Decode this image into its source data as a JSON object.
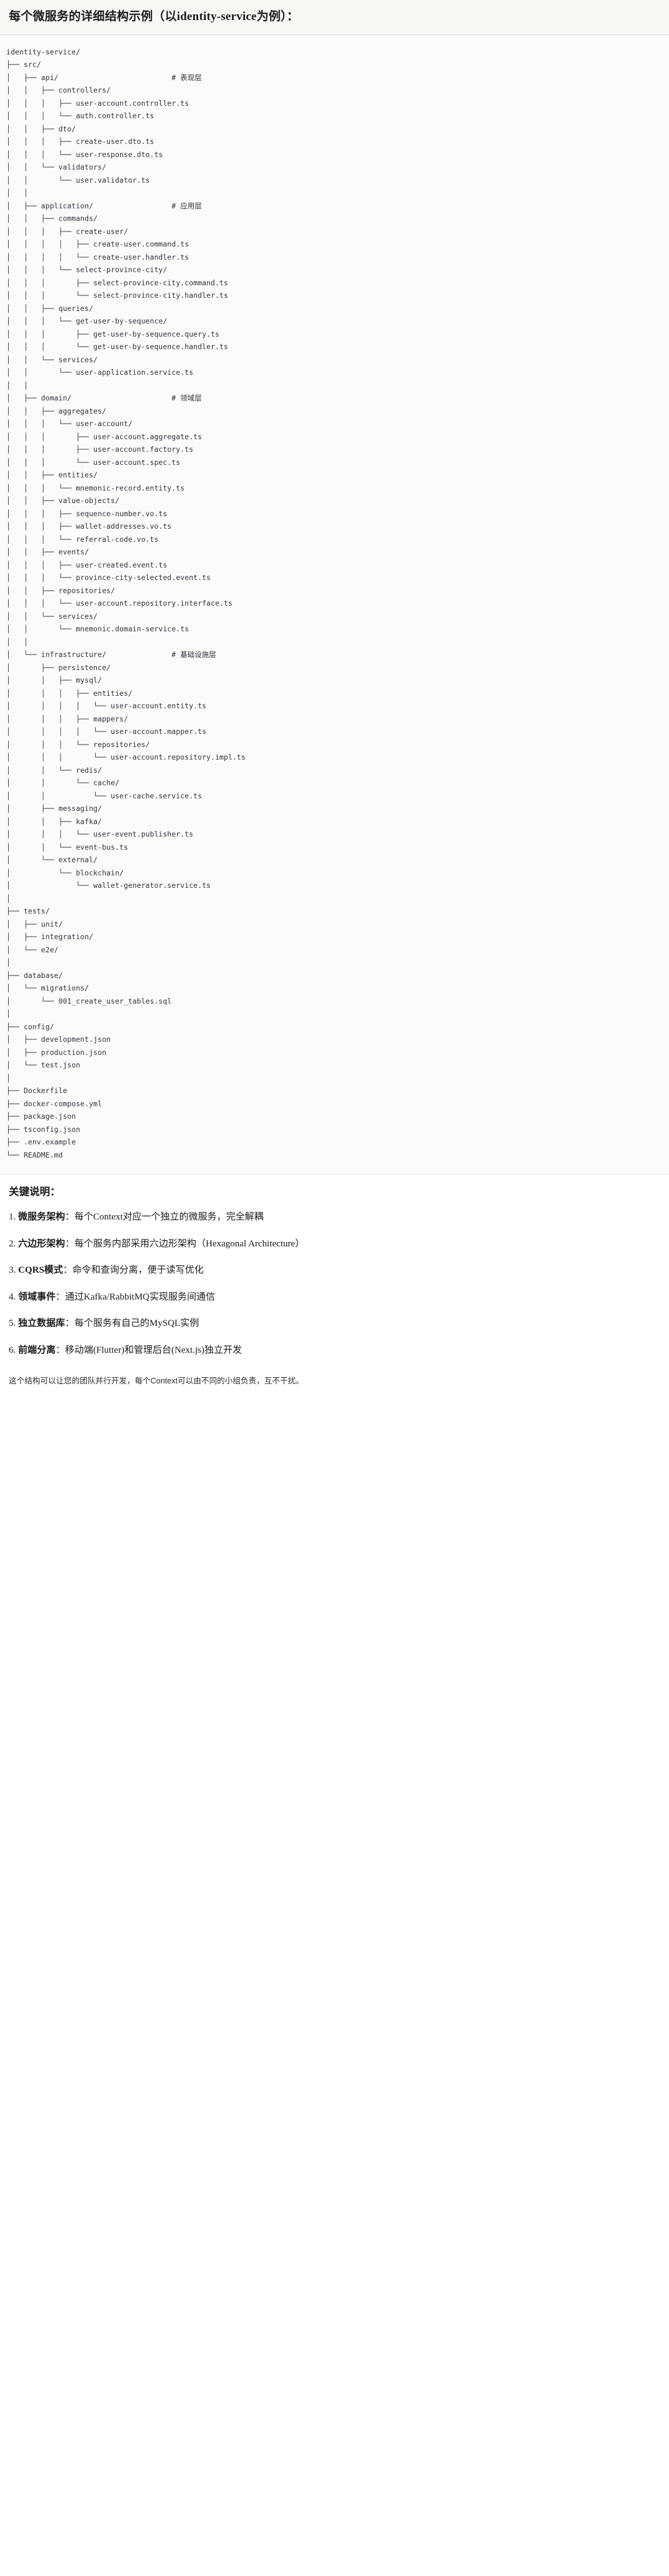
{
  "header": {
    "title": "每个微服务的详细结构示例（以identity-service为例）："
  },
  "tree": {
    "root_label": "identity-service/",
    "lines": [
      "identity-service/",
      "├── src/",
      "│   ├── api/                          # 表现层",
      "│   │   ├── controllers/",
      "│   │   │   ├── user-account.controller.ts",
      "│   │   │   └── auth.controller.ts",
      "│   │   ├── dto/",
      "│   │   │   ├── create-user.dto.ts",
      "│   │   │   └── user-response.dto.ts",
      "│   │   └── validators/",
      "│   │       └── user.validator.ts",
      "│   │",
      "│   ├── application/                  # 应用层",
      "│   │   ├── commands/",
      "│   │   │   ├── create-user/",
      "│   │   │   │   ├── create-user.command.ts",
      "│   │   │   │   └── create-user.handler.ts",
      "│   │   │   └── select-province-city/",
      "│   │   │       ├── select-province-city.command.ts",
      "│   │   │       └── select-province-city.handler.ts",
      "│   │   ├── queries/",
      "│   │   │   └── get-user-by-sequence/",
      "│   │   │       ├── get-user-by-sequence.query.ts",
      "│   │   │       └── get-user-by-sequence.handler.ts",
      "│   │   └── services/",
      "│   │       └── user-application.service.ts",
      "│   │",
      "│   ├── domain/                       # 领域层",
      "│   │   ├── aggregates/",
      "│   │   │   └── user-account/",
      "│   │   │       ├── user-account.aggregate.ts",
      "│   │   │       ├── user-account.factory.ts",
      "│   │   │       └── user-account.spec.ts",
      "│   │   ├── entities/",
      "│   │   │   └── mnemonic-record.entity.ts",
      "│   │   ├── value-objects/",
      "│   │   │   ├── sequence-number.vo.ts",
      "│   │   │   ├── wallet-addresses.vo.ts",
      "│   │   │   └── referral-code.vo.ts",
      "│   │   ├── events/",
      "│   │   │   ├── user-created.event.ts",
      "│   │   │   └── province-city-selected.event.ts",
      "│   │   ├── repositories/",
      "│   │   │   └── user-account.repository.interface.ts",
      "│   │   └── services/",
      "│   │       └── mnemonic.domain-service.ts",
      "│   │",
      "│   └── infrastructure/               # 基础设施层",
      "│       ├── persistence/",
      "│       │   ├── mysql/",
      "│       │   │   ├── entities/",
      "│       │   │   │   └── user-account.entity.ts",
      "│       │   │   ├── mappers/",
      "│       │   │   │   └── user-account.mapper.ts",
      "│       │   │   └── repositories/",
      "│       │   │       └── user-account.repository.impl.ts",
      "│       │   └── redis/",
      "│       │       └── cache/",
      "│       │           └── user-cache.service.ts",
      "│       ├── messaging/",
      "│       │   ├── kafka/",
      "│       │   │   └── user-event.publisher.ts",
      "│       │   └── event-bus.ts",
      "│       └── external/",
      "│           └── blockchain/",
      "│               └── wallet-generator.service.ts",
      "│",
      "├── tests/",
      "│   ├── unit/",
      "│   ├── integration/",
      "│   └── e2e/",
      "│",
      "├── database/",
      "│   └── migrations/",
      "│       └── 001_create_user_tables.sql",
      "│",
      "├── config/",
      "│   ├── development.json",
      "│   ├── production.json",
      "│   └── test.json",
      "│",
      "├── Dockerfile",
      "├── docker-compose.yml",
      "├── package.json",
      "├── tsconfig.json",
      "├── .env.example",
      "└── README.md"
    ]
  },
  "notes": {
    "heading": "关键说明：",
    "items": [
      {
        "num": "1.",
        "term": "微服务架构",
        "sep": "：",
        "desc": "每个Context对应一个独立的微服务，完全解耦"
      },
      {
        "num": "2.",
        "term": "六边形架构",
        "sep": "：",
        "desc": "每个服务内部采用六边形架构（Hexagonal Architecture）"
      },
      {
        "num": "3.",
        "term": "CQRS模式",
        "sep": "：",
        "desc": "命令和查询分离，便于读写优化"
      },
      {
        "num": "4.",
        "term": "领域事件",
        "sep": "：",
        "desc": "通过Kafka/RabbitMQ实现服务间通信"
      },
      {
        "num": "5.",
        "term": "独立数据库",
        "sep": "：",
        "desc": "每个服务有自己的MySQL实例"
      },
      {
        "num": "6.",
        "term": "前端分离",
        "sep": "：",
        "desc": "移动端(Flutter)和管理后台(Next.js)独立开发"
      }
    ],
    "footer": "这个结构可以让您的团队并行开发，每个Context可以由不同的小组负责，互不干扰。"
  },
  "colors": {
    "title_band_bg": "#f7f7f4",
    "code_bg": "#fbfbf9",
    "text": "#1b1b1b",
    "code_text": "#2d3138",
    "rule": "#e6e5e0"
  }
}
